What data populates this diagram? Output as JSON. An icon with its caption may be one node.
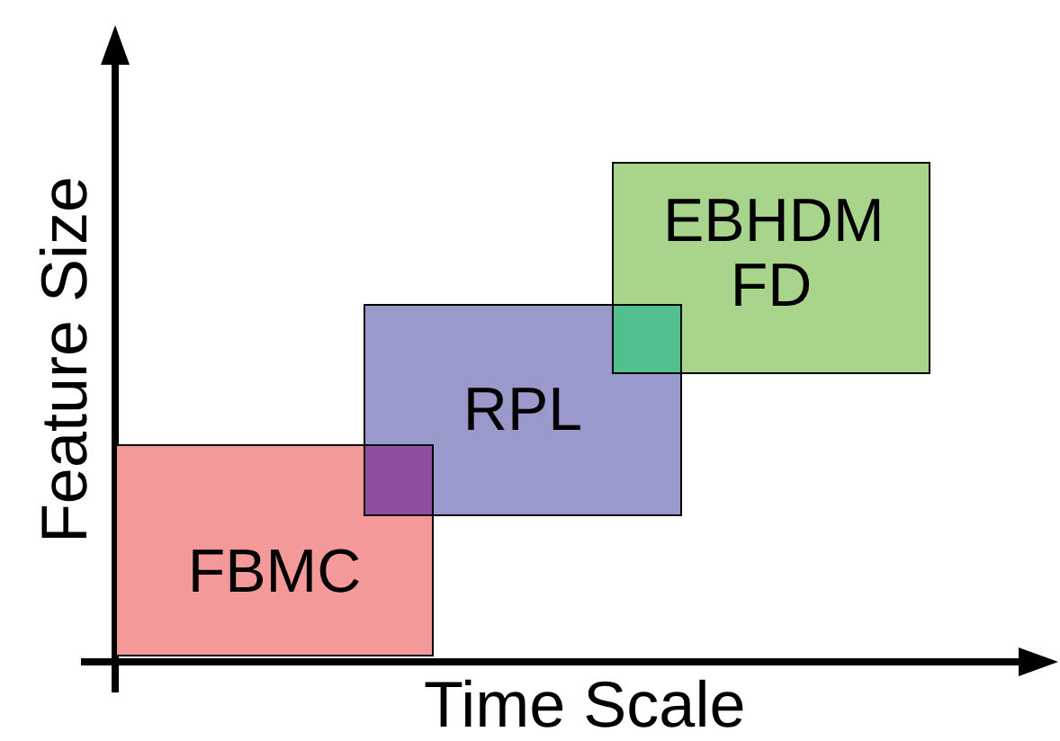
{
  "diagram": {
    "nodes": [
      {
        "text": [
          "FBMC"
        ]
      },
      {
        "text": [
          "RPL"
        ]
      },
      {
        "text": [
          "EBHDM FD"
        ]
      }
    ],
    "edges": [],
    "labels": [
      "Feature Size",
      "Time Scale"
    ]
  }
}
